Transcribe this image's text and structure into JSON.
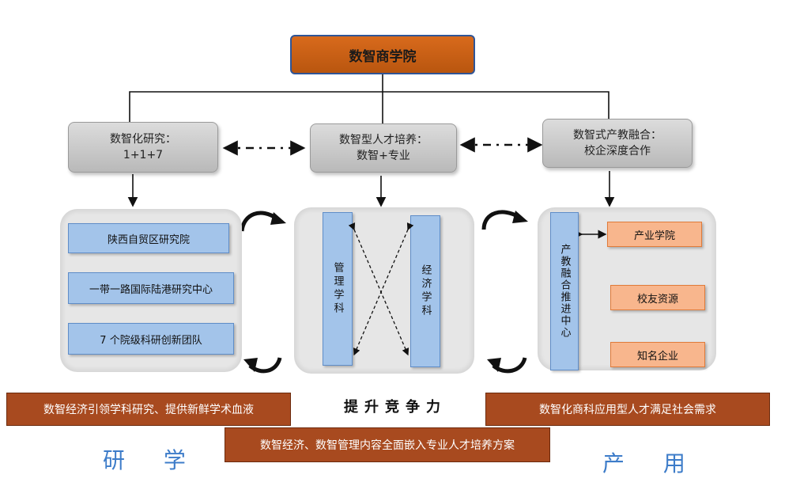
{
  "top": {
    "title": "数智商学院"
  },
  "pillars": {
    "left": {
      "line1": "数智化研究：",
      "line2": "1+1+7"
    },
    "middle": {
      "line1": "数智型人才培养：",
      "line2": "数智+专业"
    },
    "right": {
      "line1": "数智式产教融合：",
      "line2": "校企深度合作"
    }
  },
  "left_panel": {
    "items": [
      "陕西自贸区研究院",
      "一带一路国际陆港研究中心",
      "7 个院级科研创新团队"
    ]
  },
  "middle_panel": {
    "left_bar": "管理学科",
    "right_bar": "经济学科"
  },
  "right_panel": {
    "center": "产教融合推进中心",
    "items": [
      "产业学院",
      "校友资源",
      "知名企业"
    ]
  },
  "bottom": {
    "left_banner": "数智经济引领学科研究、提供新鲜学术血液",
    "center_title": "提升竞争力",
    "right_banner": "数智化商科应用型人才满足社会需求",
    "center_banner": "数智经济、数智管理内容全面嵌入专业人才培养方案",
    "left_label": "研 学",
    "right_label": "产 用"
  },
  "colors": {
    "top_box": "#c55a11",
    "top_border": "#2f5597",
    "blue_box": "#a3c4ea",
    "orange_box": "#f8b68d",
    "banner": "#a84a1f",
    "label_blue": "#3d7cc9"
  }
}
